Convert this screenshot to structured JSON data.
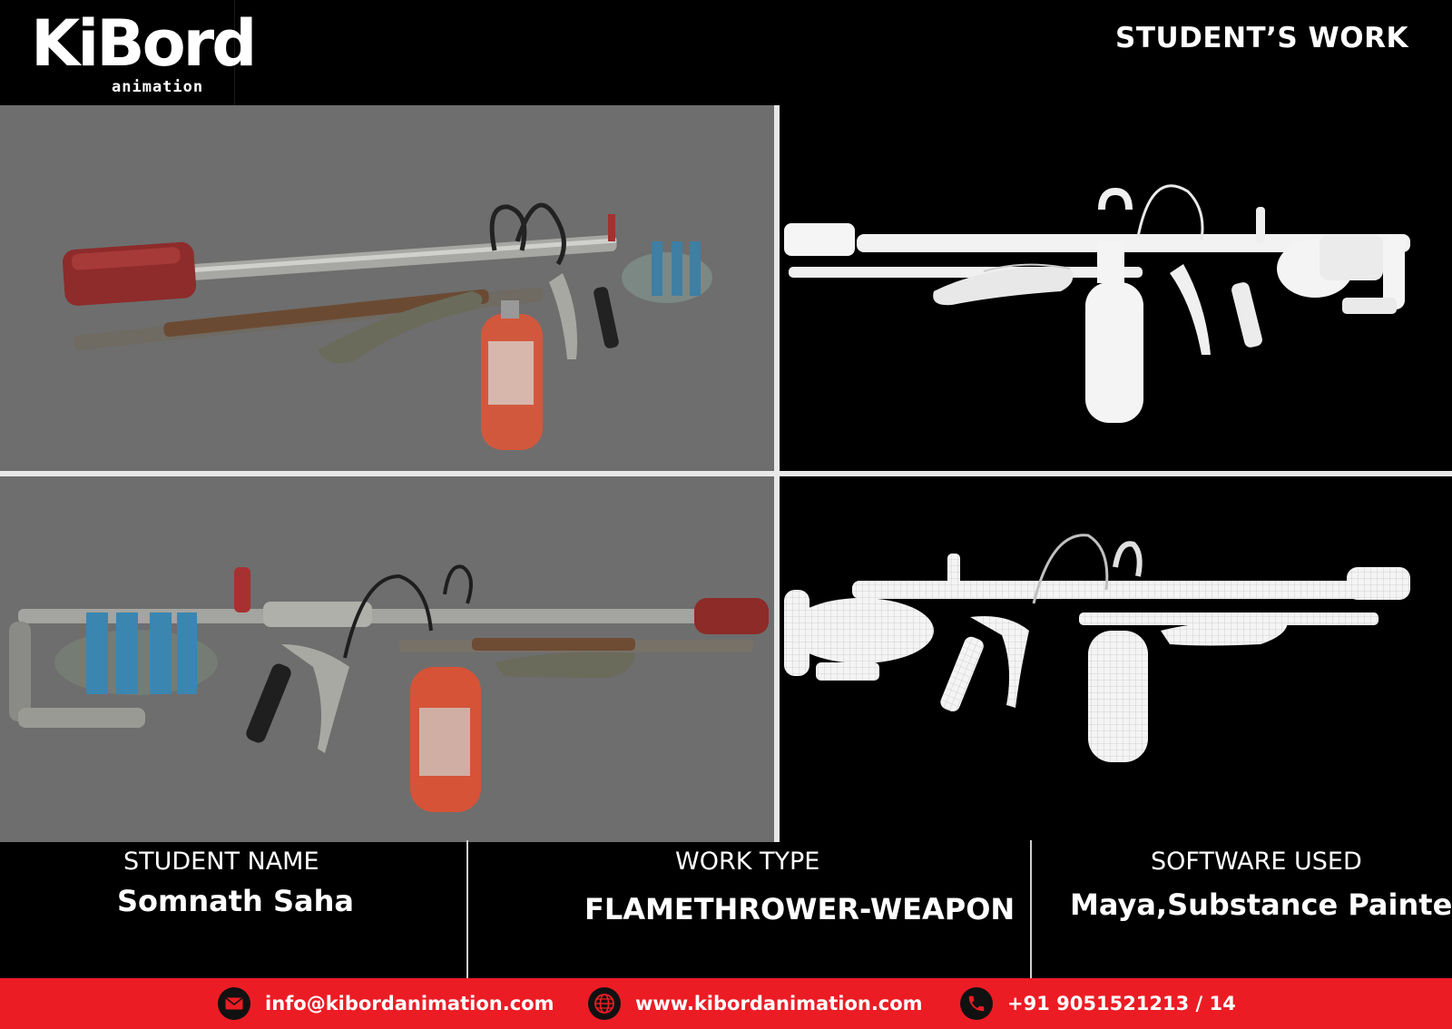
{
  "brand": {
    "logo_word": "KiBord",
    "logo_sub": "animation",
    "accent": "#ec1c24"
  },
  "header": {
    "title": "STUDENT’S WORK"
  },
  "gallery": {
    "panels": [
      {
        "view": "textured-render-left"
      },
      {
        "view": "white-clay-render"
      },
      {
        "view": "textured-render-right"
      },
      {
        "view": "wireframe-render"
      }
    ]
  },
  "info": {
    "student": {
      "label": "STUDENT NAME",
      "value": "Somnath Saha"
    },
    "work": {
      "label": "WORK TYPE",
      "value": "FLAMETHROWER-WEAPON"
    },
    "software": {
      "label": "SOFTWARE USED",
      "value": "Maya,Substance Painter"
    }
  },
  "footer": {
    "email": {
      "icon": "mail-icon",
      "text": "info@kibordanimation.com"
    },
    "website": {
      "icon": "globe-icon",
      "text": "www.kibordanimation.com"
    },
    "phone": {
      "icon": "phone-icon",
      "text": "+91 9051521213 / 14"
    }
  }
}
